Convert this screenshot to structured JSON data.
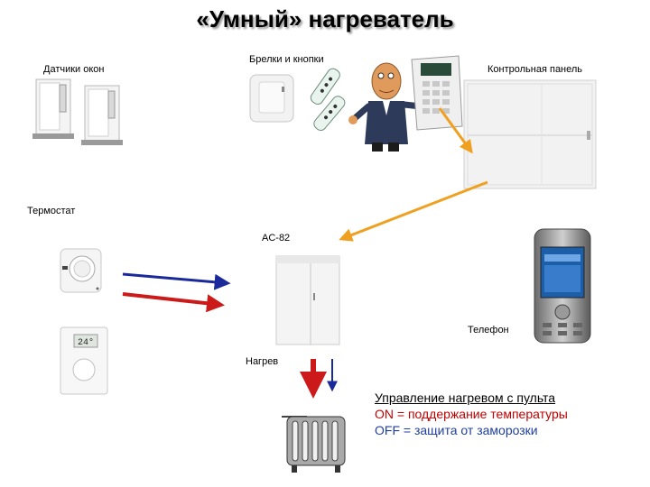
{
  "title": "«Умный» нагреватель",
  "labels": {
    "window_sensors": "Датчики окон",
    "keyfobs": "Брелки и кнопки",
    "control_panel": "Контрольная панель",
    "thermostat": "Термостат",
    "hub": "AC-82",
    "phone": "Телефон",
    "heating": "Нагрев"
  },
  "thermostat_display": "24°",
  "notes": {
    "line1": "Управление нагревом с пульта",
    "line2": "ON = поддержание температуры",
    "line3": "OFF = защита от заморозки"
  },
  "colors": {
    "arrow_orange": "#f0a020",
    "arrow_red": "#cc1a1a",
    "arrow_blue": "#1a2a9a",
    "note_red": "#c00000",
    "note_blue": "#1f3f9f"
  }
}
